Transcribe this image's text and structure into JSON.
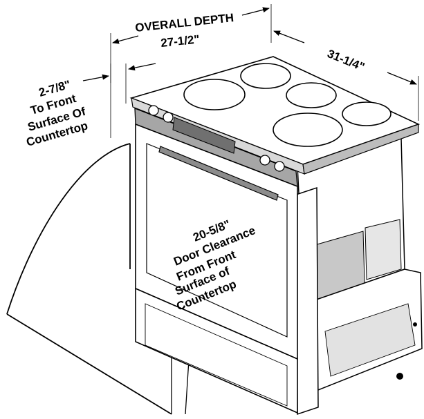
{
  "labels": {
    "overall_depth_title": "OVERALL DEPTH",
    "overall_depth_value": "27-1/2\"",
    "width_value": "31-1/4\"",
    "front_surface_value": "2-7/8\"",
    "front_surface_line1": "To Front",
    "front_surface_line2": "Surface Of",
    "front_surface_line3": "Countertop",
    "door_clearance_value": "20-5/8\"",
    "door_clearance_line1": "Door Clearance",
    "door_clearance_line2": "From Front",
    "door_clearance_line3": "Surface of",
    "door_clearance_line4": "Countertop"
  },
  "colors": {
    "ink": "#000000",
    "panel": "#d9d9d9",
    "dark": "#8c8c8c",
    "background": "#ffffff"
  }
}
